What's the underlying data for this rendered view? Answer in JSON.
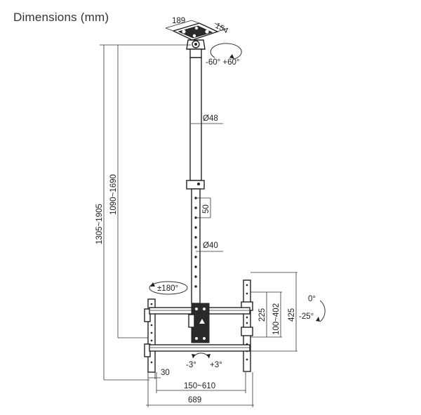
{
  "title": "Dimensions (mm)",
  "labels": {
    "plate_width": "189",
    "plate_depth": "154",
    "swivel_range": "-60° +60°",
    "upper_pole_diameter": "Ø48",
    "hole_spacing": "50",
    "lower_pole_diameter": "Ø40",
    "total_height_range": "1305~1905",
    "pole_height_range": "1090~1690",
    "rotation": "±180°",
    "tilt_up": "0°",
    "tilt_down": "-25°",
    "bracket_height_inner": "225",
    "bracket_height_range": "100~402",
    "bracket_height_outer": "425",
    "level_down": "-3°",
    "level_up": "+3°",
    "arm_width": "30",
    "bracket_width_range": "150~610",
    "bracket_width": "689"
  },
  "colors": {
    "line": "#333333",
    "text": "#222222",
    "background": "#ffffff"
  },
  "icons": [
    "rotate-arrow-icon",
    "tilt-arrow-icon",
    "level-arrow-icon"
  ]
}
